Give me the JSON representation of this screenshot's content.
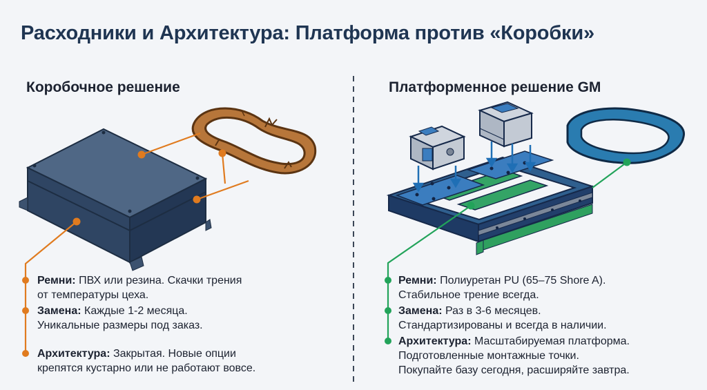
{
  "title": "Расходники и Архитектура: Платформа против «Коробки»",
  "left": {
    "heading": "Коробочное решение",
    "belts": {
      "label": "Ремни:",
      "text1": "ПВХ или резина. Скачки трения",
      "text2": "от температуры цеха."
    },
    "replacement": {
      "label": "Замена:",
      "text1": "Каждые 1-2 месяца.",
      "text2": "Уникальные размеры под заказ."
    },
    "architecture": {
      "label": "Архитектура:",
      "text1": "Закрытая. Новые опции",
      "text2": "крепятся кустарно или не работают вовсе."
    }
  },
  "right": {
    "heading": "Платформенное решение GM",
    "belts": {
      "label": "Ремни:",
      "text1": "Полиуретан PU (65–75 Shore A).",
      "text2": "Стабильное трение всегда."
    },
    "replacement": {
      "label": "Замена:",
      "text1": "Раз в 3-6 месяцев.",
      "text2": "Стандартизированы и всегда в наличии."
    },
    "architecture": {
      "label": "Архитектура:",
      "text1": "Масштабируемая платформа.",
      "text2": "Подготовленные монтажные точки.",
      "text3": "Покупайте базу сегодня, расширяйте завтра."
    }
  },
  "colors": {
    "left_accent": "#e07b1f",
    "right_accent": "#22a35a",
    "title": "#1f3552",
    "box": "#2f4563",
    "frame": "#243c66",
    "belt_blue": "#2a7cb0"
  }
}
